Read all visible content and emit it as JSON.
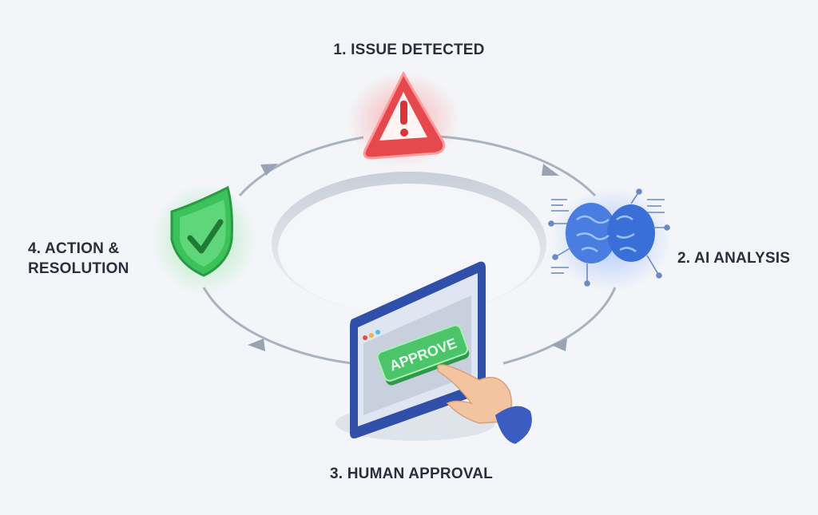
{
  "steps": [
    {
      "label": "1. ISSUE DETECTED",
      "icon": "warning-triangle-icon"
    },
    {
      "label": "2. AI ANALYSIS",
      "icon": "brain-icon"
    },
    {
      "label": "3. HUMAN APPROVAL",
      "icon": "tablet-approve-icon",
      "button_text": "APPROVE"
    },
    {
      "label_line1": "4. ACTION &",
      "label_line2": "RESOLUTION",
      "icon": "shield-check-icon"
    }
  ],
  "colors": {
    "issue": "#e5484d",
    "ai": "#3b6fd8",
    "approve": "#3fb45a",
    "action": "#3cc25a",
    "cycle": "#aab2c0"
  }
}
